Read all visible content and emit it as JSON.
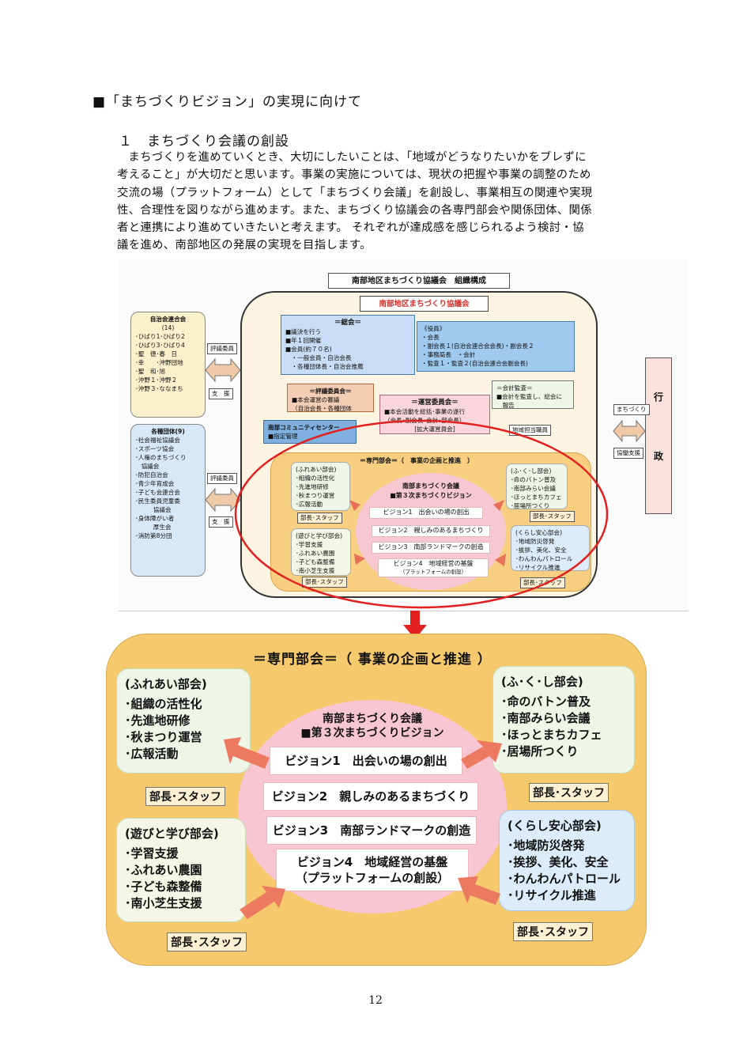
{
  "document": {
    "heading": "■「まちづくりビジョン」の実現に向けて",
    "sub_heading": "１　まちづくり会議の創設",
    "paragraph_lines": [
      "まちづくりを進めていくとき、大切にしたいことは、「地域がどうなりたいかをブレずに",
      "考えること」が大切だと思います。事業の実施については、現状の把握や事業の調整のため",
      "交流の場（プラットフォーム）として「まちづくり会議」を創設し、事業相互の関連や実現",
      "性、合理性を図りながら進めます。また、まちづくり協議会の各専門部会や関係団体、関係",
      "者と連携により進めていきたいと考えます。 それぞれが達成感を感じられるよう検討・協",
      "議を進め、南部地区の発展の実現を目指します。"
    ],
    "page_number": "12"
  },
  "top_diagram": {
    "title": "南部地区まちづくり協議会　組織構成",
    "council_name": "南部地区まちづくり協議会",
    "jichikai": {
      "title": "自治会連合会",
      "count": "(14)",
      "items": [
        "･ひばり1･ひばり2",
        "･ひばり3･ひばり4",
        "･聖　徳･春　日",
        "･幸　　･沖野団地",
        "･聖　和･旭",
        "･沖野１･沖野２",
        "･沖野３･ななまち"
      ]
    },
    "kakushu": {
      "title": "各種団体(9)",
      "items": [
        "･社会福祉協議会",
        "･スポーツ協会",
        "･人権のまちづくり",
        "　協議会",
        "･防犯自治会",
        "･青少年育成会",
        "･子ども会連合会",
        "･民生委員児童委",
        "　　　協議会",
        "･身体障がい者",
        "　　　厚生会",
        "･消防第8分団"
      ]
    },
    "labels": {
      "hyogi1": "評議委員",
      "shien1": "支　援",
      "hyogi2": "評議委員",
      "shien2": "支　援",
      "machizukuri": "まちづくり",
      "kyodo": "協働支援",
      "chiiki_staff": "地域担当職員"
    },
    "gyosei": [
      "行",
      "政"
    ],
    "sokai": {
      "title": "＝総会＝",
      "items": [
        "■議決を行う",
        "■年１回開催",
        "■会員(約７０名)",
        "　・一般会員・自治会長",
        "　・各種団体長・自治会推薦"
      ]
    },
    "yakuin": {
      "title": "《役員》",
      "items": [
        "・会長",
        "・副会長１(自治会連合会会長)・副会長２",
        "・事務局長　・会計",
        "・監査１・監査２(自治会連合会副会長)"
      ]
    },
    "hyogi_iinkai": {
      "title": "＝評議委員会＝",
      "items": [
        "■本会運営の審議",
        "（自治会長・各種団体"
      ]
    },
    "unei": {
      "title": "＝運営委員会＝",
      "items": [
        "■本会活動を総括･事業の遂行",
        "（会長･副会長･会計･部会長）",
        "[拡大運営員会]"
      ]
    },
    "kaikei": {
      "title": "＝会計監査＝",
      "items": [
        "■会計を監査し、総会に",
        "　報告"
      ]
    },
    "community": {
      "title": "南部コミュニティセンター",
      "note": "■指定管理"
    },
    "senmon_title": "＝専門部会＝（　事業の企画と推進　）",
    "depts": {
      "fureai": {
        "title": "(ふれあい部会)",
        "items": [
          "･組織の活性化",
          "･先進地研修",
          "･秋まつり運営",
          "･広報活動"
        ]
      },
      "asobi": {
        "title": "(遊びと学び部会)",
        "items": [
          "･学習支援",
          "･ふれあい農園",
          "･子ども森整備",
          "･南小芝生支援"
        ]
      },
      "fukushi": {
        "title": "(ふ･く･し部会)",
        "items": [
          "･命のバトン普及",
          "･南部みらい会議",
          "･ほっとまちカフェ",
          "･居場所つくり"
        ]
      },
      "kurashi": {
        "title": "(くらし安心部会)",
        "items": [
          "･地域防災啓発",
          "･挨拶、美化、安全",
          "･わんわんパトロール",
          "･リサイクル推進"
        ]
      }
    },
    "staff_label": "部長･スタッフ",
    "kaigi": {
      "title": "南部まちづくり会議",
      "subtitle": "■第３次まちづくりビジョン"
    },
    "visions": [
      "ビジョン1　出会いの場の創出",
      "ビジョン2　親しみのあるまちづくり",
      "ビジョン3　南部ランドマークの創造",
      "ビジョン4　地域経営の基盤",
      "（プラットフォームの創設）"
    ]
  },
  "bottom_diagram": {
    "title": "＝専門部会＝（ 事業の企画と推進 ）",
    "depts": {
      "fureai": {
        "title": "(ふれあい部会)",
        "items": [
          "･組織の活性化",
          "･先進地研修",
          "･秋まつり運営",
          "･広報活動"
        ]
      },
      "asobi": {
        "title": "(遊びと学び部会)",
        "items": [
          "･学習支援",
          "･ふれあい農園",
          "･子ども森整備",
          "･南小芝生支援"
        ]
      },
      "fukushi": {
        "title": "(ふ･く･し部会)",
        "items": [
          "･命のバトン普及",
          "･南部みらい会議",
          "･ほっとまちカフェ",
          "･居場所つくり"
        ]
      },
      "kurashi": {
        "title": "(くらし安心部会)",
        "items": [
          "･地域防災啓発",
          "･挨拶、美化、安全",
          "･わんわんパトロール",
          "･リサイクル推進"
        ]
      }
    },
    "staff_label": "部長･スタッフ",
    "kaigi": {
      "title": "南部まちづくり会議",
      "subtitle": "■第３次まちづくりビジョン"
    },
    "visions": [
      "ビジョン1　出会いの場の創出",
      "ビジョン2　親しみのあるまちづくり",
      "ビジョン3　南部ランドマークの創造",
      "ビジョン4　地域経営の基盤",
      "（プラットフォームの創設）"
    ]
  }
}
